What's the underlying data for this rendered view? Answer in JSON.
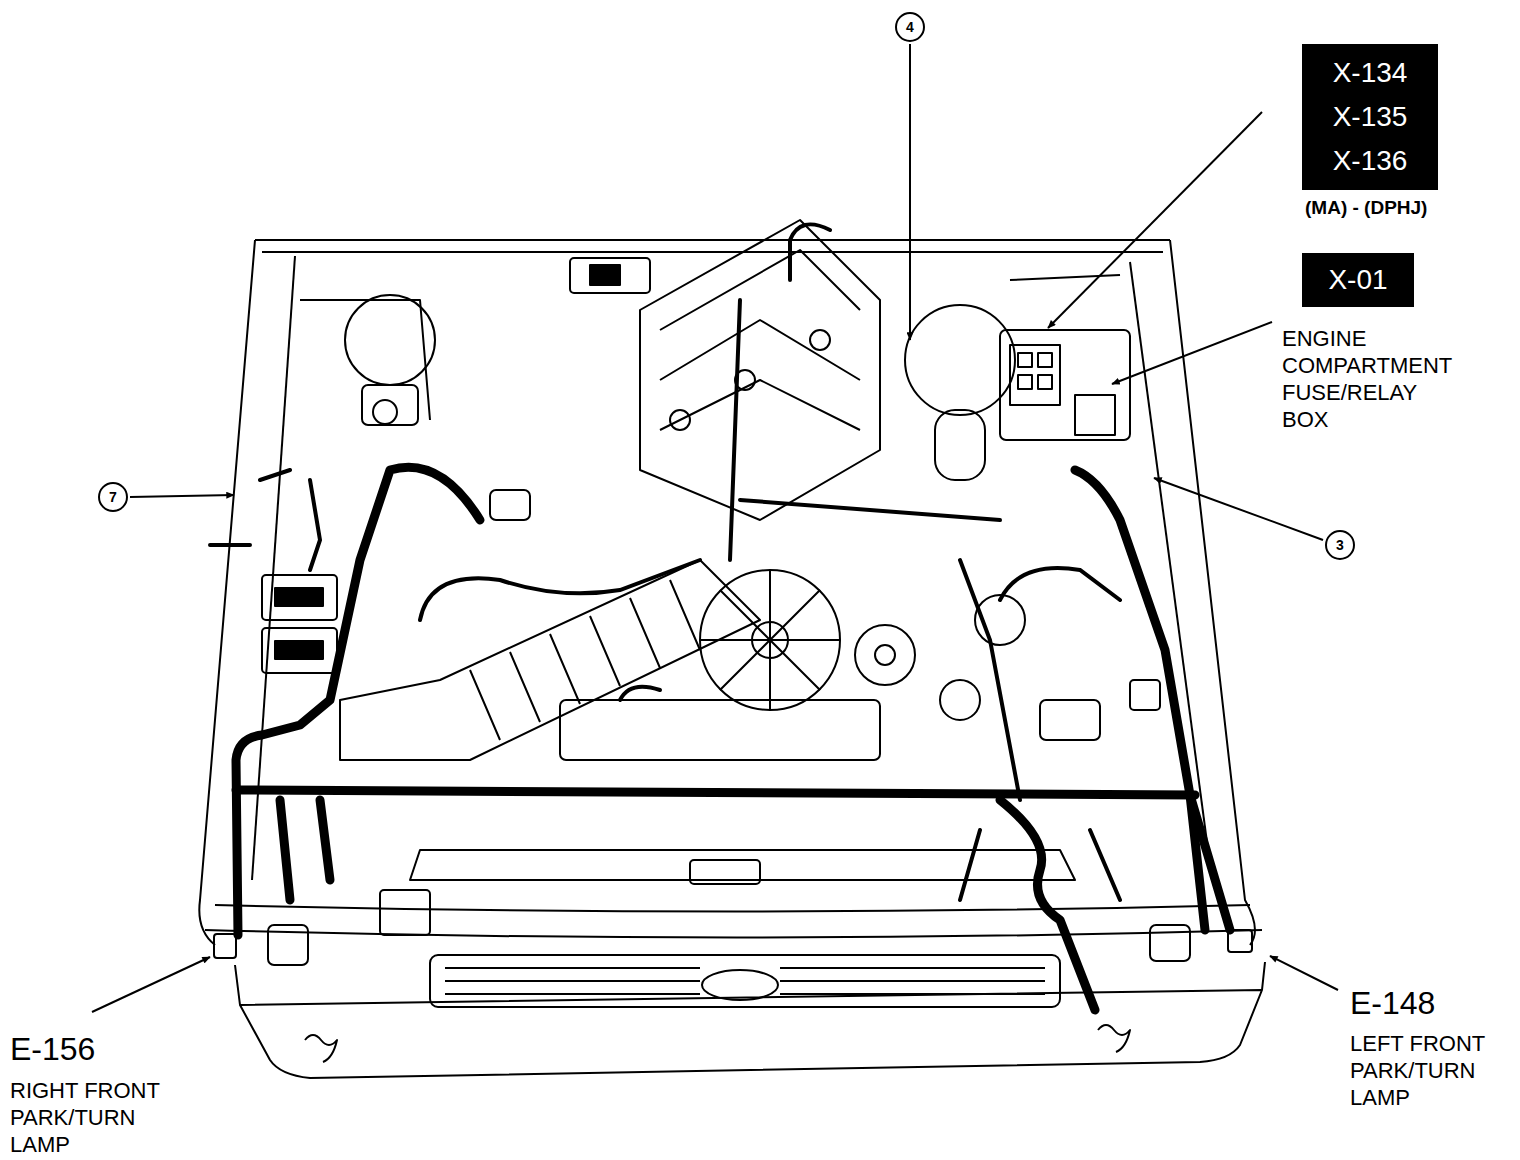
{
  "diagram": {
    "nodes": [
      {
        "text": [
          "4"
        ]
      },
      {
        "text": [
          "X-134",
          "X-135",
          "X-136",
          "(MA) - (DPHJ)"
        ]
      },
      {
        "text": [
          "X-01",
          "ENGINE COMPARTMENT FUSE/RELAY BOX"
        ]
      },
      {
        "text": [
          "7"
        ]
      },
      {
        "text": [
          "3"
        ]
      }
    ],
    "labels": [
      "E-156",
      "RIGHT FRONT PARK/TURN LAMP",
      "E-148",
      "LEFT FRONT PARK/TURN LAMP"
    ]
  }
}
